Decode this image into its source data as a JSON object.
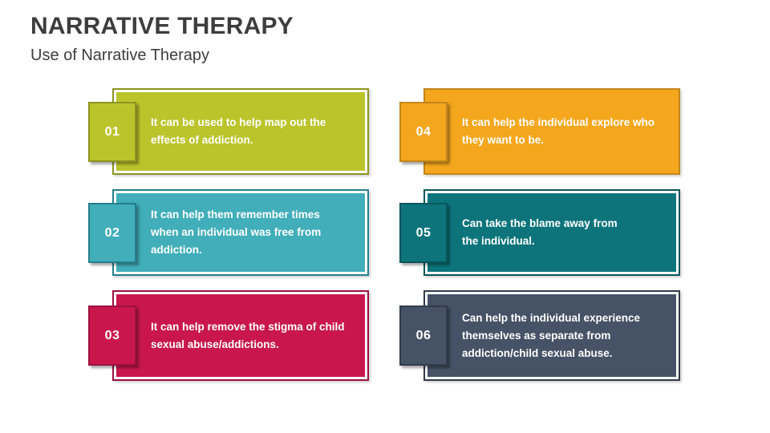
{
  "slide": {
    "title": "NARRATIVE THERAPY",
    "subtitle": "Use of Narrative Therapy",
    "background_color": "#ffffff",
    "title_color": "#3d3d3d",
    "item_text_color": "#ffffff"
  },
  "items": [
    {
      "number": "01",
      "text": "It can be used to help map out the\neffects of addiction.",
      "fill": "#bcc42c",
      "border": "#8e9421",
      "stripe": "#ffffff"
    },
    {
      "number": "02",
      "text": "It can help them remember times\nwhen an individual was free from\naddiction.",
      "fill": "#41aeba",
      "border": "#257f8d",
      "stripe": "#ffffff"
    },
    {
      "number": "03",
      "text": "It can help remove the stigma of child\nsexual abuse/addictions.",
      "fill": "#c9174e",
      "border": "#9c1040",
      "stripe": "#ffffff"
    },
    {
      "number": "04",
      "text": "It can help the individual explore who\nthey want to be.",
      "fill": "#f4a71d",
      "border": "#c3861a",
      "stripe": "#f4a71d"
    },
    {
      "number": "05",
      "text": "Can take the blame away from\nthe individual.",
      "fill": "#0d747c",
      "border": "#07565c",
      "stripe": "#ffffff"
    },
    {
      "number": "06",
      "text": "Can help the individual experience\nthemselves as separate from\naddiction/child sexual abuse.",
      "fill": "#465367",
      "border": "#303b4b",
      "stripe": "#ffffff"
    }
  ]
}
